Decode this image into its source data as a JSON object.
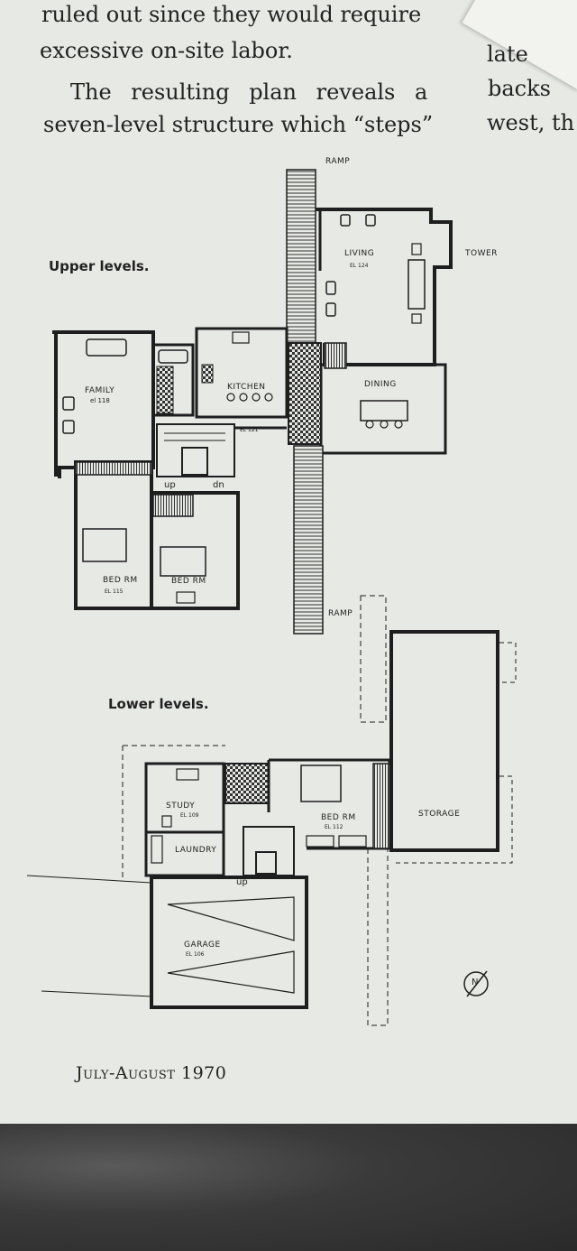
{
  "body_text": {
    "left_lines": [
      "ruled out since they would require",
      "excessive on-site labor.",
      "The resulting plan reveals a",
      "seven-level structure which “steps”"
    ],
    "right_lines": [
      "late",
      "backs",
      "west, th"
    ]
  },
  "headings": {
    "upper": "Upper levels.",
    "lower": "Lower levels."
  },
  "rooms": {
    "ramp_top": "RAMP",
    "ramp_bottom": "RAMP",
    "tower": "TOWER",
    "living": "LIVING",
    "living_el": "EL 124",
    "family": "FAMILY",
    "family_el": "el 118",
    "kitchen": "KITCHEN",
    "dining": "DINING",
    "el_121": "EL 121",
    "up": "up",
    "dn": "dn",
    "bed1": "BED RM",
    "bed1_el": "EL 115",
    "bed2": "BED RM",
    "study": "STUDY",
    "study_el": "EL 109",
    "laundry": "LAUNDRY",
    "bed3": "BED RM",
    "bed3_el": "EL 112",
    "storage": "STORAGE",
    "garage": "GARAGE",
    "garage_el": "EL 106",
    "up_lower": "up",
    "north": "N"
  },
  "footer": "July-August 1970"
}
